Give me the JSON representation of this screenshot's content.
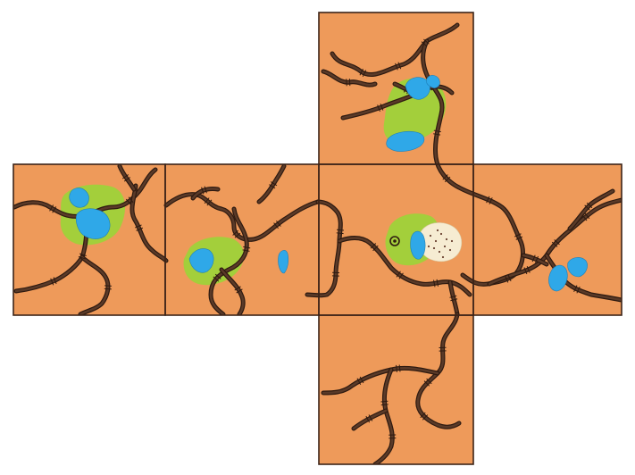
{
  "colors": {
    "background": "#ffffff",
    "terrain": "#ee9a5a",
    "border": "#3c2418",
    "road": "#5a3a28",
    "road_edge": "#2e1a10",
    "vegetation": "#9ed23a",
    "water": "#2fa8e8",
    "desert": "#f6ecd2",
    "desert_dot": "#6a4030"
  },
  "net": {
    "layout": "cross",
    "faces": [
      {
        "id": "top",
        "features": [
          "roads",
          "vegetation",
          "lakes"
        ]
      },
      {
        "id": "left-outer",
        "features": [
          "roads",
          "vegetation",
          "lakes"
        ]
      },
      {
        "id": "left-inner",
        "features": [
          "roads",
          "vegetation",
          "lakes"
        ]
      },
      {
        "id": "center",
        "features": [
          "roads",
          "vegetation",
          "lake",
          "desert",
          "marker"
        ]
      },
      {
        "id": "right",
        "features": [
          "roads",
          "lakes"
        ]
      },
      {
        "id": "bottom",
        "features": [
          "roads"
        ]
      }
    ]
  },
  "icons": {
    "marker": "circle-dot-marker-icon"
  }
}
